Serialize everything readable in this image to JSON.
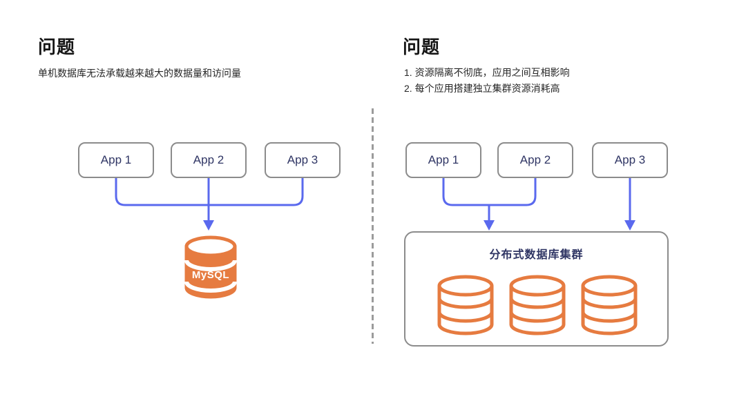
{
  "colors": {
    "background": "#ffffff",
    "accent_blue": "#5A69EE",
    "accent_orange": "#E67B40",
    "box_border": "#8B8B8B",
    "navy_text": "#2F3564",
    "divider_gray": "#9B9B9B"
  },
  "left_panel": {
    "title": "问题",
    "subtitle": "单机数据库无法承载越来越大的数据量和访问量",
    "apps": [
      {
        "label": "App 1"
      },
      {
        "label": "App 2"
      },
      {
        "label": "App 3"
      }
    ],
    "database": {
      "label": "MySQL",
      "icon": "database-cylinder-icon"
    }
  },
  "right_panel": {
    "title": "问题",
    "issues": [
      "1. 资源隔离不彻底，应用之间互相影响",
      "2. 每个应用搭建独立集群资源消耗高"
    ],
    "apps": [
      {
        "label": "App 1"
      },
      {
        "label": "App 2"
      },
      {
        "label": "App 3"
      }
    ],
    "cluster": {
      "title": "分布式数据库集群",
      "database_count": 3,
      "icon": "database-cylinder-icon"
    }
  }
}
